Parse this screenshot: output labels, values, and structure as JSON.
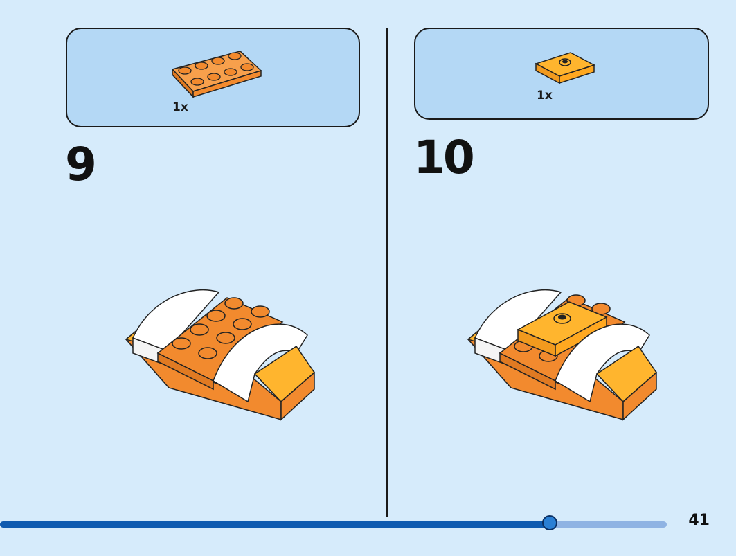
{
  "steps": [
    {
      "number": "9",
      "parts": [
        {
          "qty": "1x",
          "part_icon": "orange-2x4-plate-icon"
        }
      ]
    },
    {
      "number": "10",
      "parts": [
        {
          "qty": "1x",
          "part_icon": "yellow-orange-2x2-jumper-plate-icon"
        }
      ]
    }
  ],
  "progress": {
    "fraction": 0.825
  },
  "page": {
    "number": "41"
  },
  "colors": {
    "background": "#d6ebfb",
    "parts_box": "#b4d8f5",
    "orange": "#f28a2e",
    "bright_light_orange": "#ffb52e",
    "white_brick": "#ffffff",
    "progress_fill": "#0f5bb0",
    "progress_track": "#8fb3e3"
  }
}
